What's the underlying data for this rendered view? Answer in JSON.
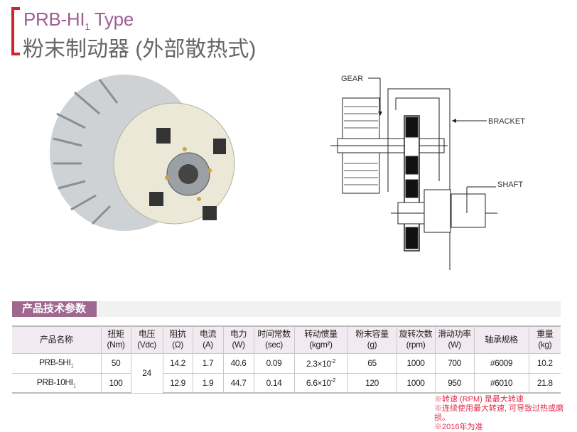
{
  "header": {
    "title_en": "PRB-HI",
    "title_en_sub": "1",
    "title_en_suffix": " Type",
    "title_cn": "粉末制动器 (外部散热式)"
  },
  "diagram": {
    "labels": {
      "gear": "GEAR",
      "bracket": "BRACKET",
      "shaft": "SHAFT"
    }
  },
  "section": {
    "title": "产品技术参数"
  },
  "table": {
    "headers": [
      [
        "产品名称",
        ""
      ],
      [
        "扭矩",
        "(Nm)"
      ],
      [
        "电压",
        "(Vdc)"
      ],
      [
        "阻抗",
        "(Ω)"
      ],
      [
        "电流",
        "(A)"
      ],
      [
        "电力",
        "(W)"
      ],
      [
        "时间常数",
        "(sec)"
      ],
      [
        "转动惯量",
        "(kgm²)"
      ],
      [
        "粉末容量",
        "(g)"
      ],
      [
        "旋转次数",
        "(rpm)"
      ],
      [
        "滑动功率",
        "(W)"
      ],
      [
        "轴承规格",
        ""
      ],
      [
        "重量",
        "(kg)"
      ]
    ],
    "rows": [
      {
        "model": "PRB-5HI",
        "model_sub": "1",
        "torque": "50",
        "voltage": "24",
        "impedance": "14.2",
        "current": "1.7",
        "power": "40.6",
        "time_const": "0.09",
        "inertia": "2.3×10",
        "inertia_exp": "-2",
        "powder": "65",
        "rpm": "1000",
        "slip_power": "700",
        "bearing": "#6009",
        "weight": "10.2"
      },
      {
        "model": "PRB-10HI",
        "model_sub": "1",
        "torque": "100",
        "impedance": "12.9",
        "current": "1.9",
        "power": "44.7",
        "time_const": "0.14",
        "inertia": "6.6×10",
        "inertia_exp": "-2",
        "powder": "120",
        "rpm": "1000",
        "slip_power": "950",
        "bearing": "#6010",
        "weight": "21.8"
      }
    ]
  },
  "notes": [
    "※转速 (RPM) 是最大转速",
    "※连续使用最大转速, 可导致过热或磨损。",
    "※2016年为准"
  ]
}
